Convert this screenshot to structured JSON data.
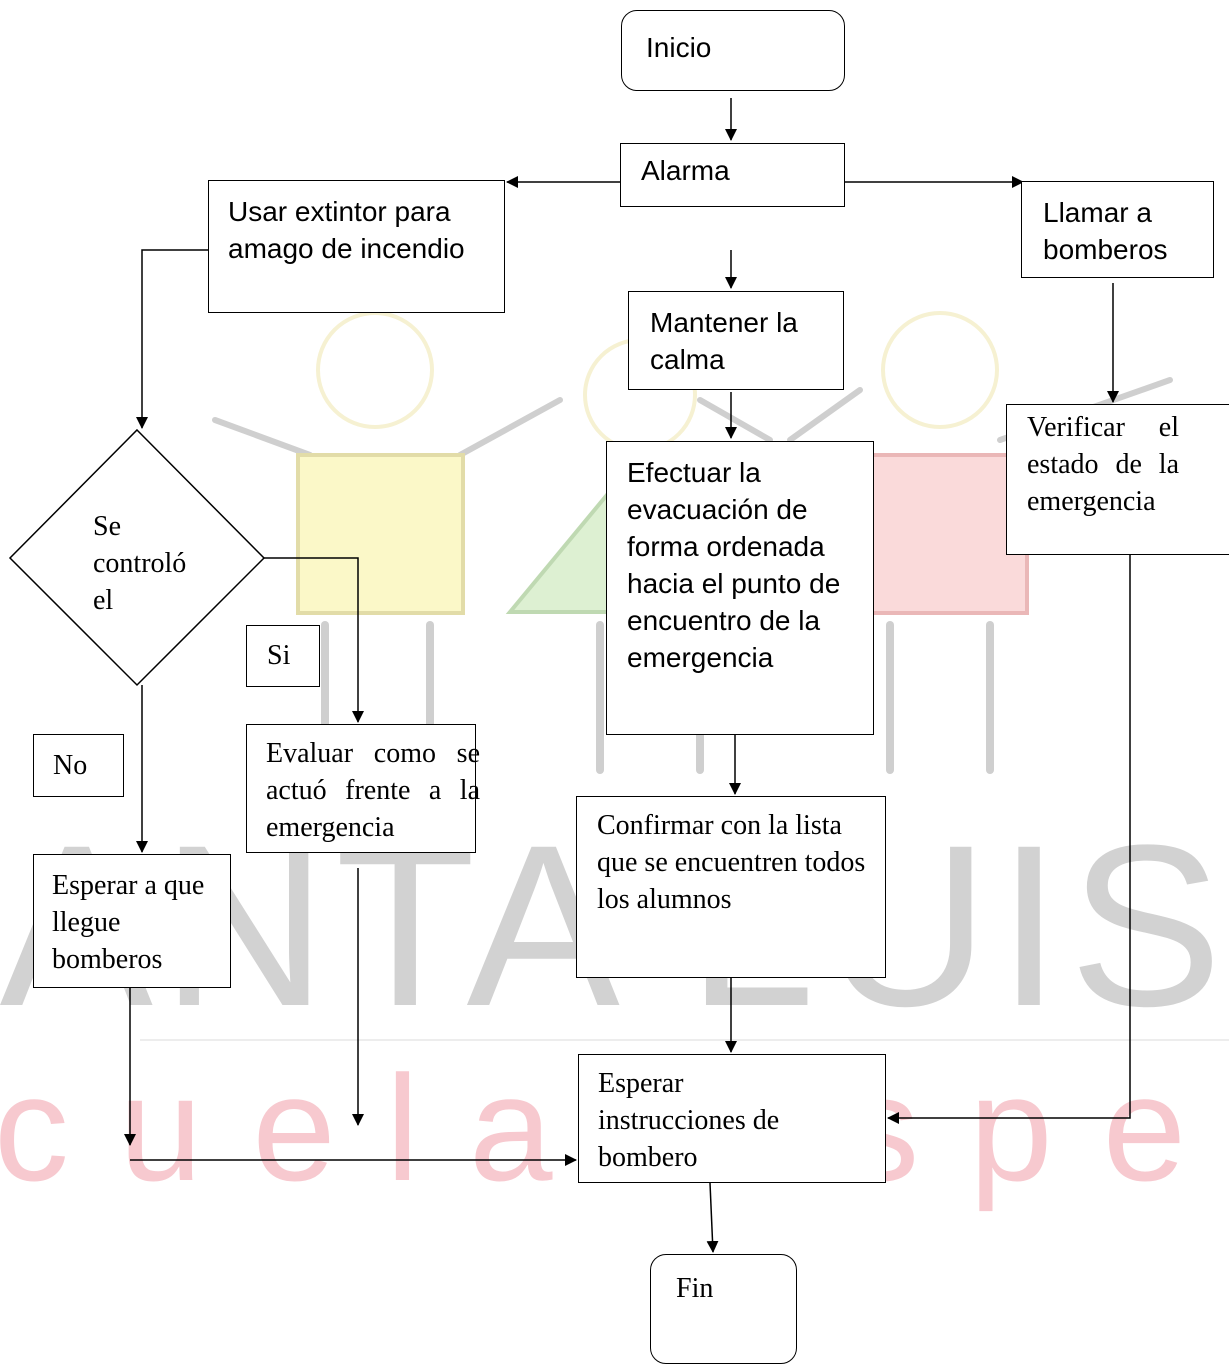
{
  "flowchart": {
    "nodes": {
      "inicio": "Inicio",
      "alarma": "Alarma",
      "extintor": "Usar extintor para amago de incendio",
      "llamar": "Llamar a bomberos",
      "mantener": "Mantener la calma",
      "efectuar": "Efectuar la evacuación de forma ordenada hacia el punto de encuentro de la emergencia",
      "verificar": "Verificar el estado de la emergencia",
      "decision": "Se controló el",
      "si": "Si",
      "no": "No",
      "evaluar": "Evaluar como se actuó frente a la emergencia",
      "confirmar": "Confirmar con la lista que se encuentren todos los alumnos",
      "esperar_bomberos": "Esperar a que llegue bomberos",
      "esperar_instrucciones": "Esperar instrucciones de bombero",
      "fin": "Fin"
    }
  },
  "watermark": {
    "name": "SANTA LUISA",
    "subtitle": "Escuela Especial",
    "colors": {
      "yellow": "#fbf8c8",
      "green": "#ddf0d2",
      "pink": "#fadada",
      "gray": "#c9c9c9",
      "pink_text": "#f7c9cf"
    }
  }
}
